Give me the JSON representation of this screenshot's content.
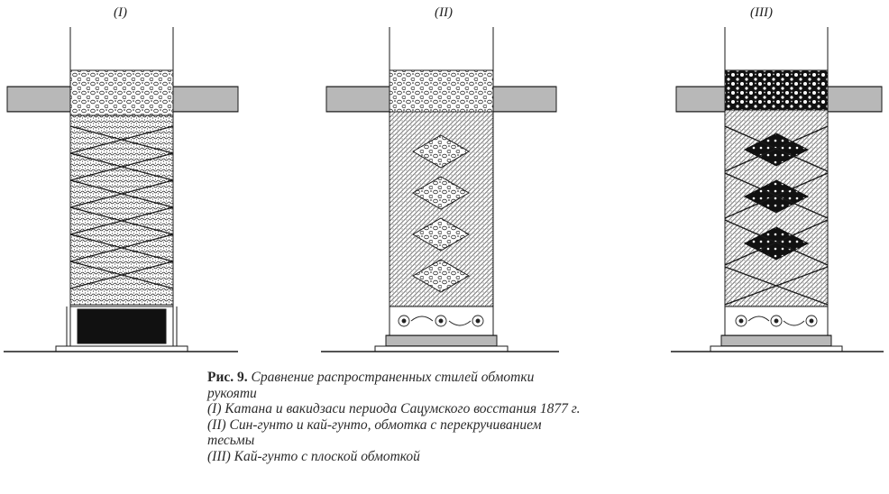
{
  "panels": [
    {
      "id": "I",
      "label": "(I)"
    },
    {
      "id": "II",
      "label": "(II)"
    },
    {
      "id": "III",
      "label": "(III)"
    }
  ],
  "caption": {
    "label": "Рис. 9.",
    "title_line1": "Сравнение распространенных стилей обмотки",
    "title_line2": "рукояти",
    "items": [
      "(I) Катана и вакидзаси периода Сацумского восстания 1877 г.",
      "(II) Син-гунто и кай-гунто, обмотка с перекручиванием",
      "тесьмы",
      "(III) Кай-гунто с плоской обмоткой"
    ]
  },
  "colors": {
    "ink": "#1a1a1a",
    "paper": "#ffffff",
    "dark_fill": "#111111"
  }
}
